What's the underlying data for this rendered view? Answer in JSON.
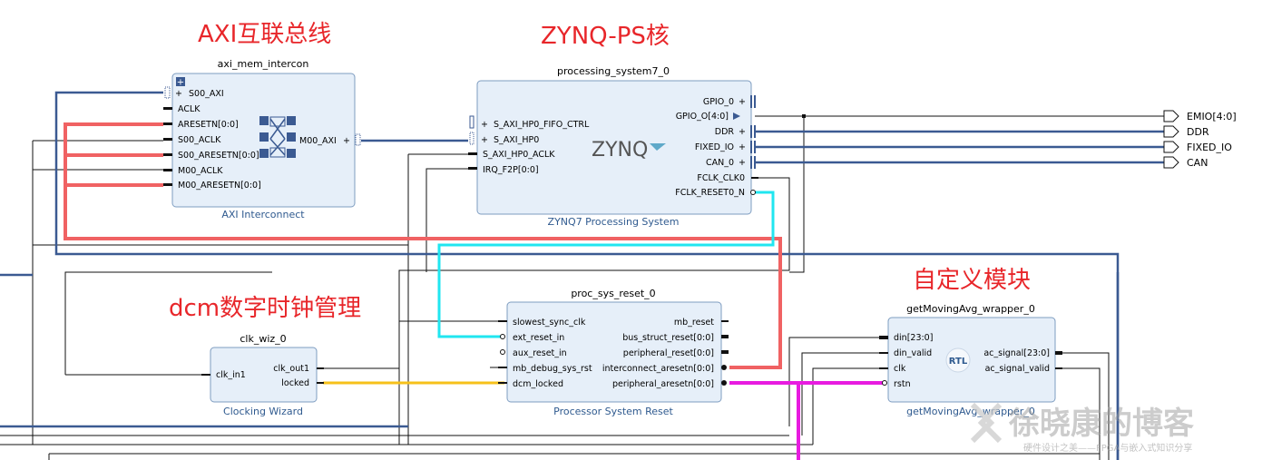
{
  "annotations": {
    "axi": "AXI互联总线",
    "zynq": "ZYNQ-PS核",
    "dcm": "dcm数字时钟管理",
    "custom": "自定义模块"
  },
  "blocks": {
    "axi": {
      "name": "axi_mem_intercon",
      "sub": "AXI Interconnect",
      "expand": "+",
      "left_pins": [
        "S00_AXI",
        "ACLK",
        "ARESETN[0:0]",
        "S00_ACLK",
        "S00_ARESETN[0:0]",
        "M00_ACLK",
        "M00_ARESETN[0:0]"
      ],
      "right_pins": [
        "M00_AXI"
      ]
    },
    "ps": {
      "name": "processing_system7_0",
      "sub": "ZYNQ7 Processing System",
      "logo": "ZYNQ",
      "left_pins": [
        "S_AXI_HP0_FIFO_CTRL",
        "S_AXI_HP0",
        "S_AXI_HP0_ACLK",
        "IRQ_F2P[0:0]"
      ],
      "right_pins": [
        "GPIO_0",
        "GPIO_O[4:0]",
        "DDR",
        "FIXED_IO",
        "CAN_0",
        "FCLK_CLK0",
        "FCLK_RESET0_N"
      ]
    },
    "rst": {
      "name": "proc_sys_reset_0",
      "sub": "Processor System Reset",
      "left_pins": [
        "slowest_sync_clk",
        "ext_reset_in",
        "aux_reset_in",
        "mb_debug_sys_rst",
        "dcm_locked"
      ],
      "right_pins": [
        "mb_reset",
        "bus_struct_reset[0:0]",
        "peripheral_reset[0:0]",
        "interconnect_aresetn[0:0]",
        "peripheral_aresetn[0:0]"
      ]
    },
    "clk": {
      "name": "clk_wiz_0",
      "sub": "Clocking Wizard",
      "left_pins": [
        "clk_in1"
      ],
      "right_pins": [
        "clk_out1",
        "locked"
      ]
    },
    "avg": {
      "name": "getMovingAvg_wrapper_0",
      "sub": "getMovingAvg_wrapper_0",
      "logo": "RTL",
      "left_pins": [
        "din[23:0]",
        "din_valid",
        "clk",
        "rstn"
      ],
      "right_pins": [
        "ac_signal[23:0]",
        "ac_signal_valid"
      ]
    }
  },
  "external_ports": [
    "EMIO[4:0]",
    "DDR",
    "FIXED_IO",
    "CAN"
  ],
  "watermark": {
    "title": "徐晓康的博客",
    "subtitle": "硬件设计之美——FPGA与嵌入式知识分享"
  },
  "colors": {
    "block_fill": "#e6eff9",
    "bus": "#3b5a92",
    "annotation": "#e8262a",
    "reset_highlight": "#f06263",
    "clock_highlight": "#20e6f0",
    "locked_highlight": "#f6c11a",
    "aresetn_highlight": "#e81be0"
  }
}
